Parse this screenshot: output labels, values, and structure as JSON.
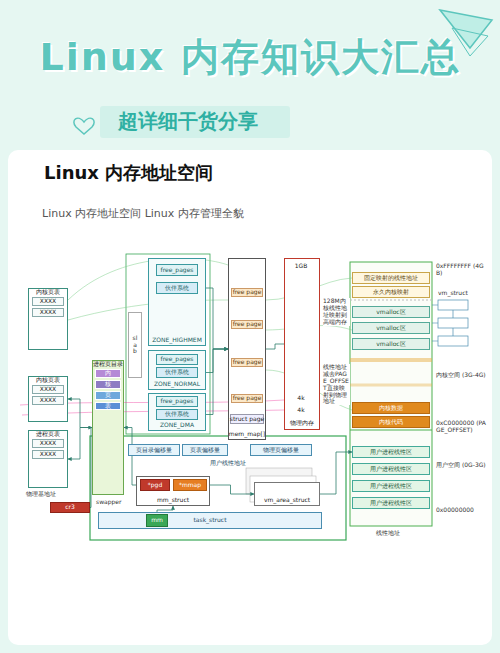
{
  "diagram": {
    "title": "Linux 内存知识大汇总",
    "caption": "Linux 内存地址空间 Linux 内存管理全貌",
    "nodes": [
      {
        "text": [
          "内核页表",
          "XXXX",
          "XXXX"
        ]
      },
      {
        "text": [
          "内核页表",
          "XXXX",
          "XXXX"
        ]
      },
      {
        "text": [
          "进程页表",
          "XXXX",
          "XXXX"
        ]
      },
      {
        "text": [
          "cr3"
        ]
      },
      {
        "text": [
          "进程页目录",
          "内",
          "核",
          "页",
          "表"
        ]
      },
      {
        "text": [
          "slab"
        ]
      },
      {
        "text": [
          "ZONE_HIGHMEM"
        ]
      },
      {
        "text": [
          "free_pages"
        ],
        "in": 6
      },
      {
        "text": [
          "伙伴系统"
        ],
        "in": 6
      },
      {
        "text": [
          "ZONE_NORMAL"
        ]
      },
      {
        "text": [
          "free_pages"
        ],
        "in": 9
      },
      {
        "text": [
          "伙伴系统"
        ],
        "in": 9
      },
      {
        "text": [
          "ZONE_DMA"
        ]
      },
      {
        "text": [
          "free_pages"
        ],
        "in": 12
      },
      {
        "text": [
          "伙伴系统"
        ],
        "in": 12
      },
      {
        "text": [
          "mem_map[]"
        ]
      },
      {
        "text": [
          "free page"
        ],
        "in": 15
      },
      {
        "text": [
          "free page"
        ],
        "in": 15
      },
      {
        "text": [
          "free page"
        ],
        "in": 15
      },
      {
        "text": [
          "free page"
        ],
        "in": 15
      },
      {
        "text": [
          "struct page"
        ],
        "in": 15
      },
      {
        "text": [
          "1GB",
          "4k",
          "4k",
          "物理内存"
        ]
      },
      {
        "text": [
          "固定映射的线性地址"
        ]
      },
      {
        "text": [
          "永久内核映射"
        ]
      },
      {
        "text": [
          "vmalloc区"
        ]
      },
      {
        "text": [
          "vmalloc区"
        ]
      },
      {
        "text": [
          "vmalloc区"
        ]
      },
      {
        "text": [
          "内核数据"
        ]
      },
      {
        "text": [
          "内核代码"
        ]
      },
      {
        "text": [
          "用户进程线性区"
        ]
      },
      {
        "text": [
          "用户进程线性区"
        ]
      },
      {
        "text": [
          "用户进程线性区"
        ]
      },
      {
        "text": [
          "用户进程线性区"
        ]
      },
      {
        "text": [
          "页目录偏移量"
        ]
      },
      {
        "text": [
          "页表偏移量"
        ]
      },
      {
        "text": [
          "物理页偏移量"
        ]
      },
      {
        "text": [
          "vm_area_struct"
        ]
      },
      {
        "text": [
          "mm_struct"
        ]
      },
      {
        "text": [
          "*pgd"
        ],
        "in": 37
      },
      {
        "text": [
          "*mmap"
        ],
        "in": 37
      },
      {
        "text": [
          "task_struct"
        ]
      },
      {
        "text": [
          "mm"
        ],
        "in": 40
      }
    ],
    "edges": [
      {
        "from": 3,
        "to": 4,
        "arrow": "to"
      },
      {
        "from": 38,
        "to": 4,
        "arrow": "to"
      },
      {
        "from": 41,
        "to": 37,
        "arrow": "to"
      },
      {
        "from": 39,
        "to": 36,
        "arrow": "to"
      },
      {
        "from": 4,
        "to": 2,
        "arrow": "to"
      },
      {
        "from": 4,
        "to": 1,
        "arrow": "to"
      },
      {
        "from": 8,
        "to": 15,
        "arrow": "to"
      },
      {
        "from": 11,
        "to": 15,
        "arrow": "to"
      },
      {
        "from": 14,
        "to": 15,
        "arrow": "to"
      },
      {
        "from": 15,
        "to": 21,
        "arrow": "none"
      },
      {
        "from": 36,
        "to": 29,
        "arrow": "to"
      }
    ],
    "labels": [
      "超详细干货分享",
      "Linux 内存地址空间",
      "物理基地址",
      "swapper",
      "128M内核线性地址映射到高端内存",
      "线性地址减去PAGE_OFFSET直接映射到物理地址",
      "用户线性地址",
      "线性地址",
      "0xFFFFFFFF (4GB)",
      "vm_struct",
      "内核空间 (3G-4G)",
      "0xC0000000 (PAGE_OFFSET)",
      "用户空间 (0G-3G)",
      "0x00000000"
    ]
  }
}
